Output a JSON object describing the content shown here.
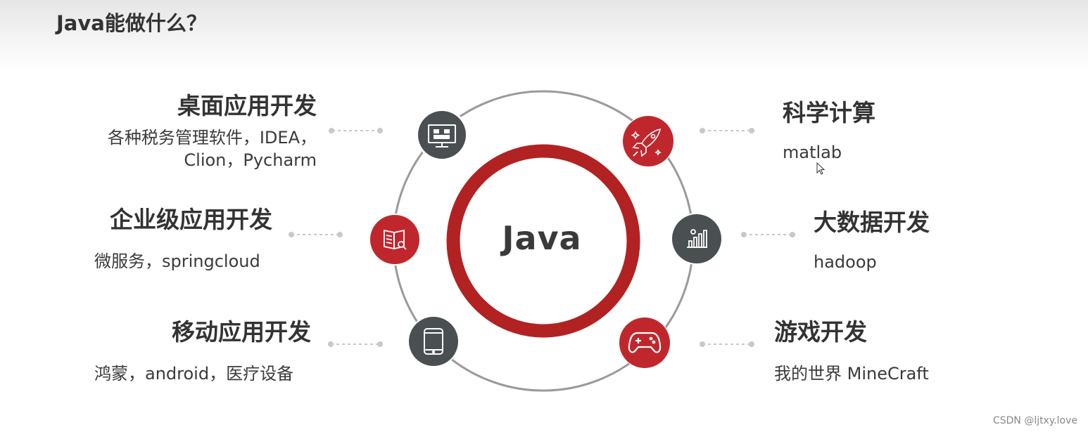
{
  "title": "Java能做什么？",
  "center": {
    "label": "Java",
    "ring_color": "#b22222"
  },
  "colors": {
    "red": "#c0272d",
    "dark": "#4a4f52",
    "connector": "#c8c8c8",
    "orbit": "#9a9a9a"
  },
  "categories": [
    {
      "id": "desktop",
      "heading": "桌面应用开发",
      "desc_lines": [
        "各种税务管理软件，IDEA，",
        "Clion，Pycharm"
      ],
      "icon": "monitor-icon"
    },
    {
      "id": "enterprise",
      "heading": "企业级应用开发",
      "desc_lines": [
        "微服务，springcloud"
      ],
      "icon": "book-icon"
    },
    {
      "id": "mobile",
      "heading": "移动应用开发",
      "desc_lines": [
        "鸿蒙，android，医疗设备"
      ],
      "icon": "tablet-icon"
    },
    {
      "id": "science",
      "heading": "科学计算",
      "desc_lines": [
        "matlab"
      ],
      "icon": "rocket-icon"
    },
    {
      "id": "bigdata",
      "heading": "大数据开发",
      "desc_lines": [
        "hadoop"
      ],
      "icon": "bar-chart-icon"
    },
    {
      "id": "games",
      "heading": "游戏开发",
      "desc_lines": [
        "我的世界 MineCraft"
      ],
      "icon": "gamepad-icon"
    }
  ],
  "watermark": "CSDN @ljtxy.love"
}
